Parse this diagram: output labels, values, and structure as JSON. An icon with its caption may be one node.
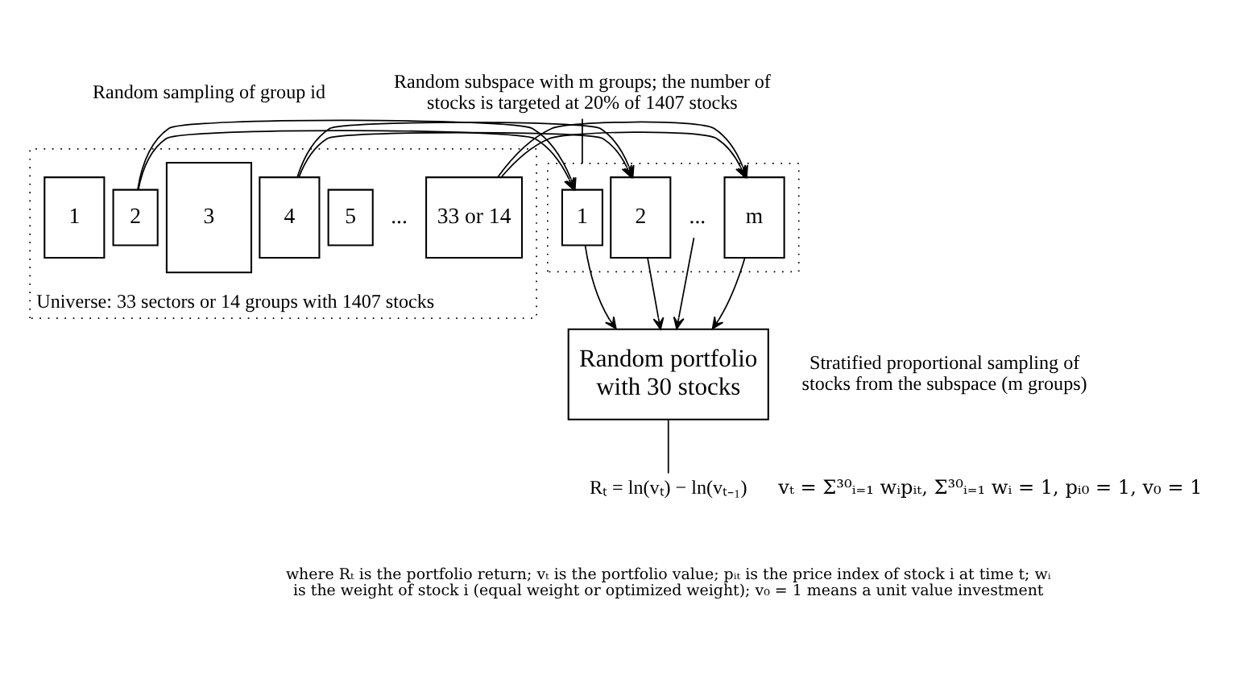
{
  "diagram": {
    "nodes": [
      {
        "text": [
          "Universe: 33 sectors or 14 groups with 1407 stocks"
        ]
      },
      {
        "text": [
          "1"
        ],
        "in": 0
      },
      {
        "text": [
          "2"
        ],
        "in": 0
      },
      {
        "text": [
          "3"
        ],
        "in": 0
      },
      {
        "text": [
          "4"
        ],
        "in": 0
      },
      {
        "text": [
          "5"
        ],
        "in": 0
      },
      {
        "text": [
          "..."
        ],
        "in": 0
      },
      {
        "text": [
          "33 or 14"
        ],
        "in": 0
      },
      {
        "text": [],
        "shape": "box"
      },
      {
        "text": [
          "1"
        ],
        "in": 8
      },
      {
        "text": [
          "2"
        ],
        "in": 8
      },
      {
        "text": [
          "..."
        ],
        "in": 8
      },
      {
        "text": [
          "m"
        ],
        "in": 8
      },
      {
        "text": [
          "Random subspace with m groups; the number of stocks is targeted at 20% of 1407 stocks"
        ]
      },
      {
        "text": [
          "Random portfolio with 30 stocks"
        ]
      },
      {
        "text": [
          "Rₜ = ln(vₜ) − ln(vₜ₋₁)"
        ]
      }
    ],
    "edges": [
      {
        "from": 2,
        "to": 9,
        "arrow": "to"
      },
      {
        "from": 4,
        "to": 10,
        "arrow": "to"
      },
      {
        "from": 7,
        "to": 12,
        "arrow": "to"
      },
      {
        "from": 13,
        "to": 8,
        "arrow": "none"
      },
      {
        "from": 9,
        "to": 14,
        "arrow": "to"
      },
      {
        "from": 10,
        "to": 14,
        "arrow": "to"
      },
      {
        "from": 11,
        "to": 14,
        "arrow": "to"
      },
      {
        "from": 12,
        "to": 14,
        "arrow": "to"
      },
      {
        "from": 14,
        "to": 15,
        "arrow": "none"
      }
    ],
    "labels": [
      "Random sampling of group id",
      "Stratified proportional sampling of stocks from the subspace (m groups)",
      "vₜ = Σ³⁰ᵢ₌₁ wᵢpᵢₜ, Σ³⁰ᵢ₌₁ wᵢ = 1, pᵢ₀ = 1, v₀ = 1",
      "where Rₜ is the portfolio return; vₜ is the portfolio value; pᵢₜ is the price index of stock i at time t; wᵢ is the weight of stock i (equal weight or optimized weight); v₀ = 1 means a unit value investment"
    ]
  }
}
